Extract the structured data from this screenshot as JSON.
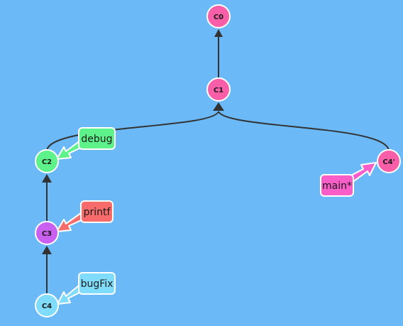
{
  "diagram": {
    "commits": [
      {
        "id": "c0",
        "label": "C0",
        "color": "#f95ea8"
      },
      {
        "id": "c1",
        "label": "C1",
        "color": "#f95ea8"
      },
      {
        "id": "c2",
        "label": "C2",
        "color": "#5ef28a"
      },
      {
        "id": "c3",
        "label": "C3",
        "color": "#c960f0"
      },
      {
        "id": "c4",
        "label": "C4",
        "color": "#7fdcfb"
      },
      {
        "id": "c4p",
        "label": "C4'",
        "color": "#f95ea8"
      }
    ],
    "edges": [
      {
        "from": "c1",
        "to": "c0"
      },
      {
        "from": "c2",
        "to": "c1"
      },
      {
        "from": "c4p",
        "to": "c1"
      },
      {
        "from": "c3",
        "to": "c2"
      },
      {
        "from": "c4",
        "to": "c3"
      }
    ],
    "branches": [
      {
        "id": "debug",
        "label": "debug",
        "target": "c2",
        "color": "#5ef28a"
      },
      {
        "id": "printf",
        "label": "printf",
        "target": "c3",
        "color": "#f76b6b"
      },
      {
        "id": "bugfix",
        "label": "bugFix",
        "target": "c4",
        "color": "#7fdcfb"
      },
      {
        "id": "main",
        "label": "main*",
        "target": "c4p",
        "color": "#f95ec8"
      }
    ]
  }
}
